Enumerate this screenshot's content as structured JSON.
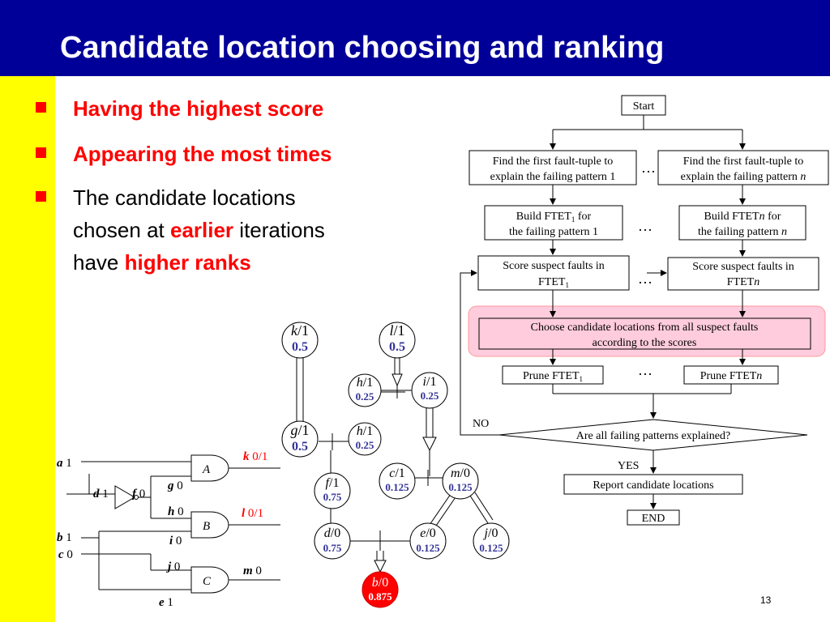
{
  "title": "Candidate location choosing and ranking",
  "colors": {
    "title_bg": "#000099",
    "side_bar": "#ffff00",
    "accent_red": "#ff0000",
    "node_value": "#333399",
    "highlight": "#ffccdd"
  },
  "bullets": [
    {
      "text": "Having the highest score"
    },
    {
      "text": "Appearing the most times"
    },
    {
      "pre": "The candidate locations",
      "line2_a": "chosen at ",
      "emph1": "earlier",
      "line2_b": " iterations",
      "line3_a": "have ",
      "emph2": "higher ranks"
    }
  ],
  "flow": {
    "start": "Start",
    "find1_l1": "Find the first fault-tuple to",
    "find1_l2": "explain the failing pattern 1",
    "find_n_l1": "Find the first fault-tuple to",
    "find_n_l2": "explain the failing pattern ",
    "n": "n",
    "build1_a": "Build FTET",
    "sub1": "1",
    "build1_b": " for",
    "build1_l2": "the failing pattern 1",
    "buildn_a": "Build FTET",
    "buildn_b": " for",
    "buildn_l2": "the failing pattern ",
    "score1_l1": "Score suspect faults in",
    "score1_l2": "FTET",
    "scoren_l1": "Score suspect faults in",
    "scoren_l2": "FTET",
    "choose_l1": "Choose candidate locations from all suspect faults",
    "choose_l2": "according to the scores",
    "prune1": "Prune FTET",
    "prunen": "Prune FTET",
    "decision": "Are all failing patterns explained?",
    "no": "NO",
    "yes": "YES",
    "report": "Report candidate locations",
    "end": "END",
    "dots": "…"
  },
  "tree": {
    "k": {
      "name": "k",
      "val": "/1",
      "score": "0.5"
    },
    "l": {
      "name": "l",
      "val": "/1",
      "score": "0.5"
    },
    "h1": {
      "name": "h",
      "val": "/1",
      "score": "0.25"
    },
    "i": {
      "name": "i",
      "val": "/1",
      "score": "0.25"
    },
    "g": {
      "name": "g",
      "val": "/1",
      "score": "0.5"
    },
    "h2": {
      "name": "h",
      "val": "/1",
      "score": "0.25"
    },
    "f": {
      "name": "f",
      "val": "/1",
      "score": "0.75"
    },
    "c": {
      "name": "c",
      "val": "/1",
      "score": "0.125"
    },
    "m": {
      "name": "m",
      "val": "/0",
      "score": "0.125"
    },
    "d": {
      "name": "d",
      "val": "/0",
      "score": "0.75"
    },
    "e": {
      "name": "e",
      "val": "/0",
      "score": "0.125"
    },
    "j": {
      "name": "j",
      "val": "/0",
      "score": "0.125"
    },
    "b": {
      "name": "b",
      "val": "/0",
      "score": "0.875"
    }
  },
  "circuit": {
    "a": "a",
    "a_v": " 1",
    "d": "d",
    "d_v": " 1",
    "f": "f",
    "f_v": " 0",
    "b": "b",
    "b_v": " 1",
    "c": "c",
    "c_v": " 0",
    "e": "e",
    "e_v": " 1",
    "g": "g",
    "g_v": " 0",
    "h": "h",
    "h_v": " 0",
    "i": "i",
    "i_v": " 0",
    "j": "j",
    "j_v": " 0",
    "gate_a": "A",
    "gate_b": "B",
    "gate_c": "C",
    "k": "k",
    "k_v": " 0/1",
    "l": "l",
    "l_v": " 0/1",
    "m": "m",
    "m_v": " 0"
  },
  "slide_number": "13"
}
